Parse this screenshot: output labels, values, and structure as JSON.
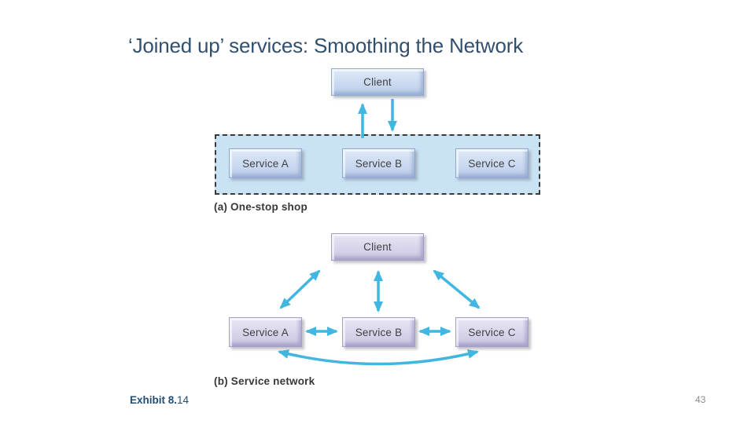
{
  "slide": {
    "title": "‘Joined up’ services: Smoothing the Network",
    "exhibit": {
      "bold_part": "Exhibit 8.",
      "rest": "14"
    },
    "page_number": "43"
  },
  "diagram_a": {
    "client_label": "Client",
    "services": [
      "Service A",
      "Service B",
      "Service C"
    ],
    "caption": "(a) One-stop shop"
  },
  "diagram_b": {
    "client_label": "Client",
    "services": [
      "Service A",
      "Service B",
      "Service C"
    ],
    "caption": "(b) Service network"
  },
  "colors": {
    "title_text": "#31506f",
    "arrow": "#41b6e1",
    "panel_fill": "#c9e3f5",
    "box_blue": "#cbdaf1",
    "box_lavender": "#d8d5eb",
    "exhibit_text": "#1f4e79",
    "page_number_text": "#8c8c8c"
  }
}
